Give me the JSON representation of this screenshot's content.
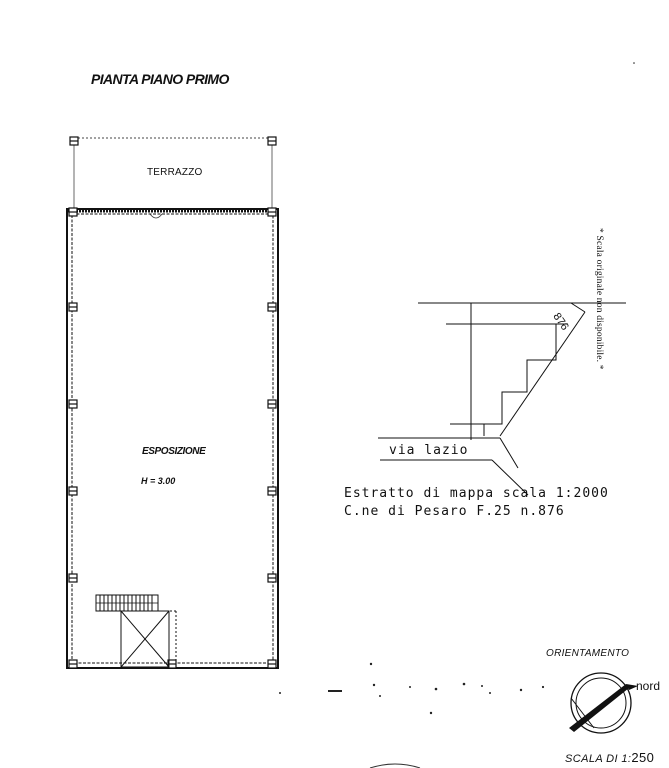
{
  "plan": {
    "title": "PIANTA PIANO PRIMO",
    "terrace_label": "TERRAZZO",
    "room_label": "ESPOSIZIONE",
    "height_label": "H = 3.00"
  },
  "map_extract": {
    "parcel_number": "876",
    "street_label": "via lazio",
    "line1": "Estratto di mappa scala 1:2000",
    "line2": "C.ne  di Pesaro  F.25  n.876",
    "scale_note": "* Scala originale non disponibile. *"
  },
  "orientation": {
    "label": "ORIENTAMENTO",
    "north_label": "nord"
  },
  "scale": {
    "prefix": "SCALA DI 1:",
    "value": "250"
  }
}
